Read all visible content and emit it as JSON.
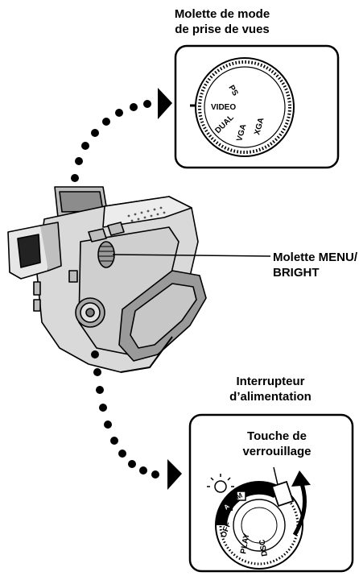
{
  "labels": {
    "mode_dial_title": [
      "Molette de mode",
      "de prise de vues"
    ],
    "menu_dial": [
      "Molette MENU/",
      "BRIGHT"
    ],
    "power_switch": [
      "Interrupteur",
      "d’alimentation"
    ],
    "lock_button": [
      "Touche de",
      "verrouillage"
    ]
  },
  "mode_dial_positions": [
    "PS",
    "VIDEO",
    "DUAL",
    "VGA",
    "XGA"
  ],
  "power_positions": [
    "OFF",
    "A",
    "M",
    "PLAY",
    "DSC"
  ],
  "colors": {
    "ink": "#000000",
    "paper": "#ffffff",
    "camera_body": "#d9d9d9",
    "camera_shade": "#9a9a9a"
  },
  "icons": {
    "arrow": "triangle-arrow-icon",
    "dots": "dotted-path-icon",
    "lamp": "lamp-icon"
  }
}
